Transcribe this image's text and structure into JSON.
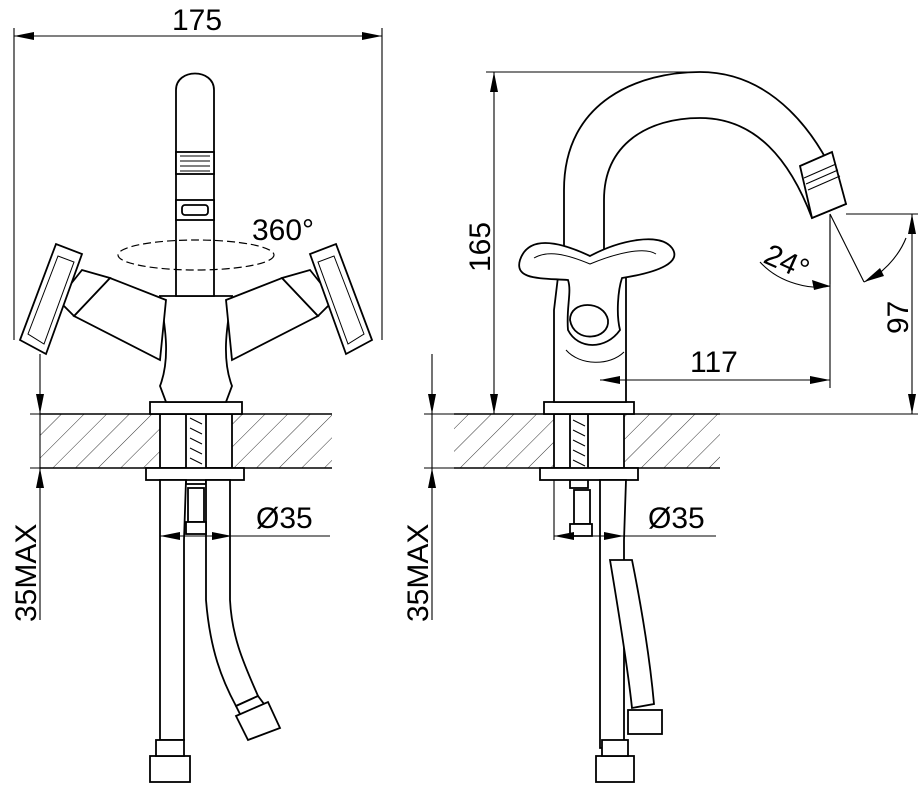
{
  "dimensions": {
    "width_total": "175",
    "rotation": "360°",
    "height_total": "165",
    "spout_angle": "24°",
    "spout_reach": "117",
    "spout_height": "97",
    "hole_diameter_front": "Ø35",
    "hole_diameter_side": "Ø35",
    "deck_thickness_front": "35MAX",
    "deck_thickness_side": "35MAX"
  }
}
